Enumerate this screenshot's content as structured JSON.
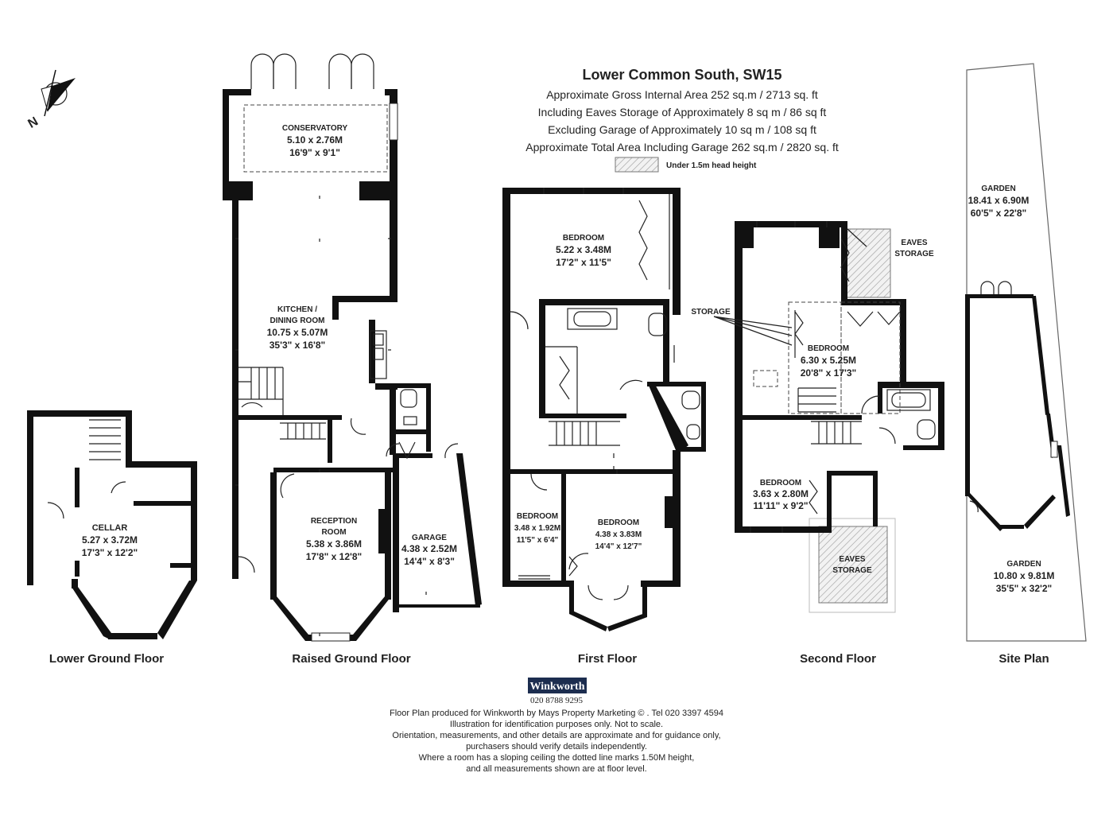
{
  "header": {
    "title": "Lower Common South, SW15",
    "area_lines": [
      "Approximate Gross Internal Area 252 sq.m  /  2713 sq. ft",
      "Including Eaves Storage of Approximately 8 sq m /  86 sq ft",
      "Excluding Garage of Approximately 10 sq m /  108 sq ft",
      "Approximate Total Area Including Garage 262 sq.m  /  2820 sq. ft"
    ],
    "legend_label": "Under 1.5m head height"
  },
  "compass": {
    "label": "N"
  },
  "floors": {
    "lower_ground": "Lower Ground Floor",
    "raised_ground": "Raised Ground Floor",
    "first": "First Floor",
    "second": "Second Floor",
    "site": "Site Plan"
  },
  "rooms": {
    "cellar": {
      "name": "CELLAR",
      "metric": "5.27 x 3.72M",
      "imperial": "17'3\" x 12'2\""
    },
    "conservatory": {
      "name": "CONSERVATORY",
      "metric": "5.10 x 2.76M",
      "imperial": "16'9\" x 9'1\""
    },
    "kitchen": {
      "name1": "KITCHEN /",
      "name2": "DINING ROOM",
      "metric": "10.75 x 5.07M",
      "imperial": "35'3\" x 16'8\""
    },
    "reception": {
      "name1": "RECEPTION",
      "name2": "ROOM",
      "metric": "5.38 x 3.86M",
      "imperial": "17'8\" x 12'8\""
    },
    "garage": {
      "name": "GARAGE",
      "metric": "4.38 x 2.52M",
      "imperial": "14'4\" x 8'3\""
    },
    "bed1": {
      "name": "BEDROOM",
      "metric": "5.22 x 3.48M",
      "imperial": "17'2\" x 11'5\""
    },
    "bed2": {
      "name": "BEDROOM",
      "metric": "3.48 x 1.92M",
      "imperial": "11'5\" x 6'4\""
    },
    "bed3": {
      "name": "BEDROOM",
      "metric": "4.38 x 3.83M",
      "imperial": "14'4\" x 12'7\""
    },
    "bed4": {
      "name": "BEDROOM",
      "metric": "6.30 x 5.25M",
      "imperial": "20'8\" x 17'3\""
    },
    "bed5": {
      "name": "BEDROOM",
      "metric": "3.63 x 2.80M",
      "imperial": "11'11\" x 9'2\""
    },
    "eaves1": {
      "name1": "EAVES",
      "name2": "STORAGE"
    },
    "eaves2": {
      "name1": "EAVES",
      "name2": "STORAGE"
    },
    "storage": {
      "name": "STORAGE"
    },
    "garden1": {
      "name": "GARDEN",
      "metric": "18.41 x 6.90M",
      "imperial": "60'5\" x 22'8\""
    },
    "garden2": {
      "name": "GARDEN",
      "metric": "10.80 x 9.81M",
      "imperial": "35'5\" x 32'2\""
    }
  },
  "footer": {
    "brand": "Winkworth",
    "phone": "020 8788 9295",
    "lines": [
      "Floor Plan produced for Winkworth by Mays Property Marketing  ©  . Tel 020 3397 4594",
      "Illustration for identification purposes only. Not to scale.",
      "Orientation, measurements, and other details are approximate and for guidance only,",
      "purchasers should verify details independently.",
      "Where a room has a sloping ceiling the dotted line marks 1.50M height,",
      "and all measurements shown are at floor level."
    ]
  },
  "colors": {
    "wall": "#111111",
    "hatch": "#9a9a9a",
    "brand_bg": "#1c2d4f"
  }
}
